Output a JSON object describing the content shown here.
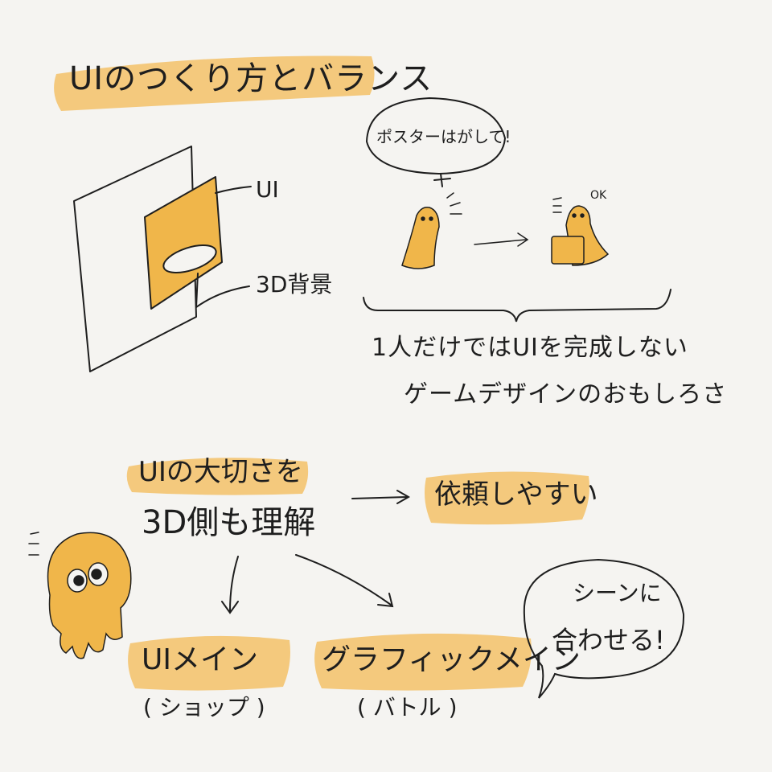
{
  "texts": {
    "title": "UIのつくり方とバランス",
    "bubble_poster": "ポスターはがして!",
    "label_ui": "UI",
    "label_3d": "3D背景",
    "ok": "OK",
    "line1": "1人だけではUIを完成しない",
    "line2": "ゲームデザインのおもしろさ",
    "importance_1": "UIの大切さを",
    "importance_2": "3D側も理解",
    "easy_request": "依頼しやすい",
    "ui_main": "UIメイン",
    "graphic_main": "グラフィックメイン",
    "shop": "( ショップ )",
    "battle": "( バトル )",
    "scene_1": "シーンに",
    "scene_2": "合わせる!"
  },
  "colors": {
    "ink": "#1e1e1e",
    "highlight": "#f3c169",
    "character": "#f0b64a",
    "paper": "#f5f4f1"
  }
}
